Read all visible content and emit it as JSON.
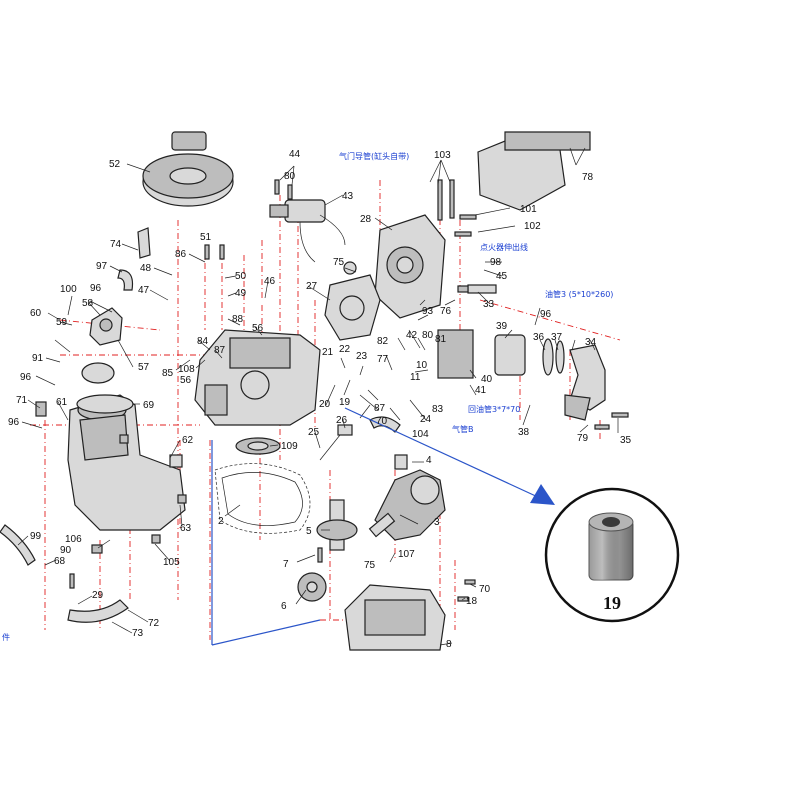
{
  "diagram": {
    "callout": {
      "part_number": "19"
    },
    "chinese_labels": {
      "valve_guide": "气门导管(缸头自带)",
      "igniter_wire": "点火器伸出线",
      "oil_pipe_3": "油管3 (5*10*260)",
      "return_pipe": "回油管3*7*70",
      "air_pipe_b": "气管B",
      "edge_fragment": "件"
    },
    "part_labels": [
      "52",
      "44",
      "80",
      "103",
      "78",
      "43",
      "28",
      "101",
      "102",
      "74",
      "51",
      "86",
      "97",
      "48",
      "50",
      "46",
      "47",
      "49",
      "75",
      "98",
      "45",
      "33",
      "27",
      "96",
      "100",
      "60",
      "59",
      "58",
      "88",
      "56",
      "57",
      "93",
      "76",
      "39",
      "36",
      "37",
      "34",
      "96",
      "91",
      "56",
      "84",
      "85",
      "108",
      "87",
      "21",
      "22",
      "23",
      "82",
      "42",
      "80",
      "81",
      "77",
      "11",
      "10",
      "40",
      "41",
      "96",
      "71",
      "61",
      "69",
      "20",
      "19",
      "87",
      "70",
      "24",
      "83",
      "79",
      "35",
      "96",
      "62",
      "109",
      "25",
      "26",
      "104",
      "38",
      "4",
      "5",
      "3",
      "2",
      "63",
      "99",
      "106",
      "90",
      "68",
      "72",
      "105",
      "7",
      "107",
      "6",
      "29",
      "73",
      "75",
      "8",
      "70",
      "18"
    ]
  }
}
